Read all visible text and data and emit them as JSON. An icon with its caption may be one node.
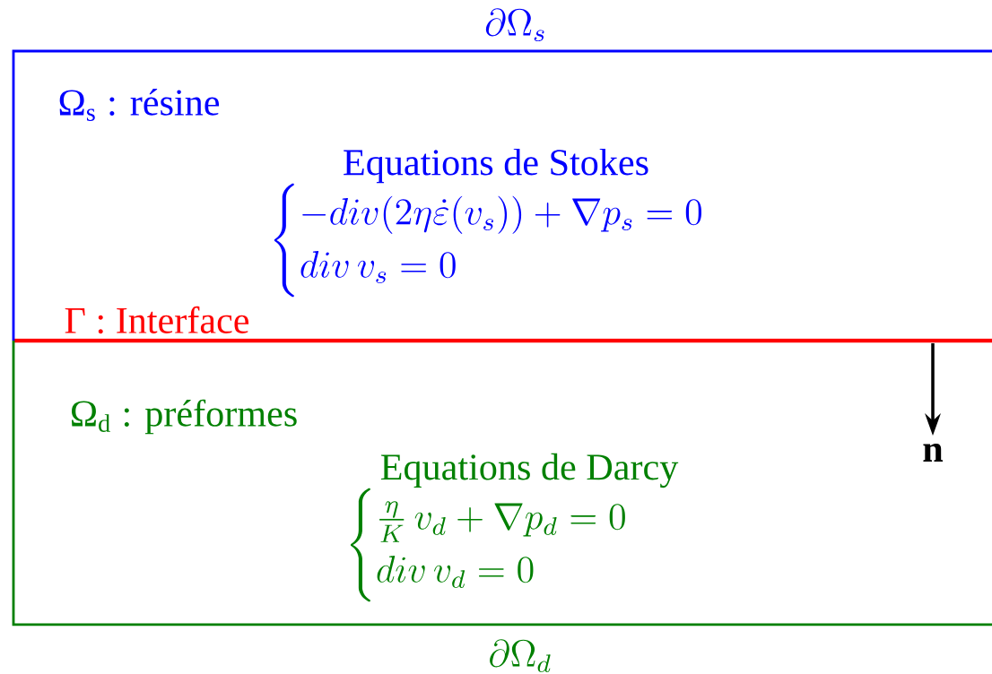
{
  "diagram": {
    "nodes": [
      {
        "text": [
          "\\partial\\Omega_s",
          "Ω$_{s}$ : résine",
          "Equations de Stokes",
          "\\begin{cases}-div(2\\eta\\dot{\\varepsilon}(v_s))+\\nabla p_s=0\\\\ div\\,v_s=0\\end{cases}"
        ]
      },
      {
        "text": [
          "\\partial\\Omega_d",
          "Ω$_{d}$ : préformes",
          "Equations de Darcy",
          "\\begin{cases}\\frac{\\eta}{K}\\,v_d+\\nabla p_d=0\\\\ div\\,v_d=0\\end{cases}"
        ]
      }
    ],
    "labels": [
      "Γ : Interface",
      "n"
    ]
  }
}
